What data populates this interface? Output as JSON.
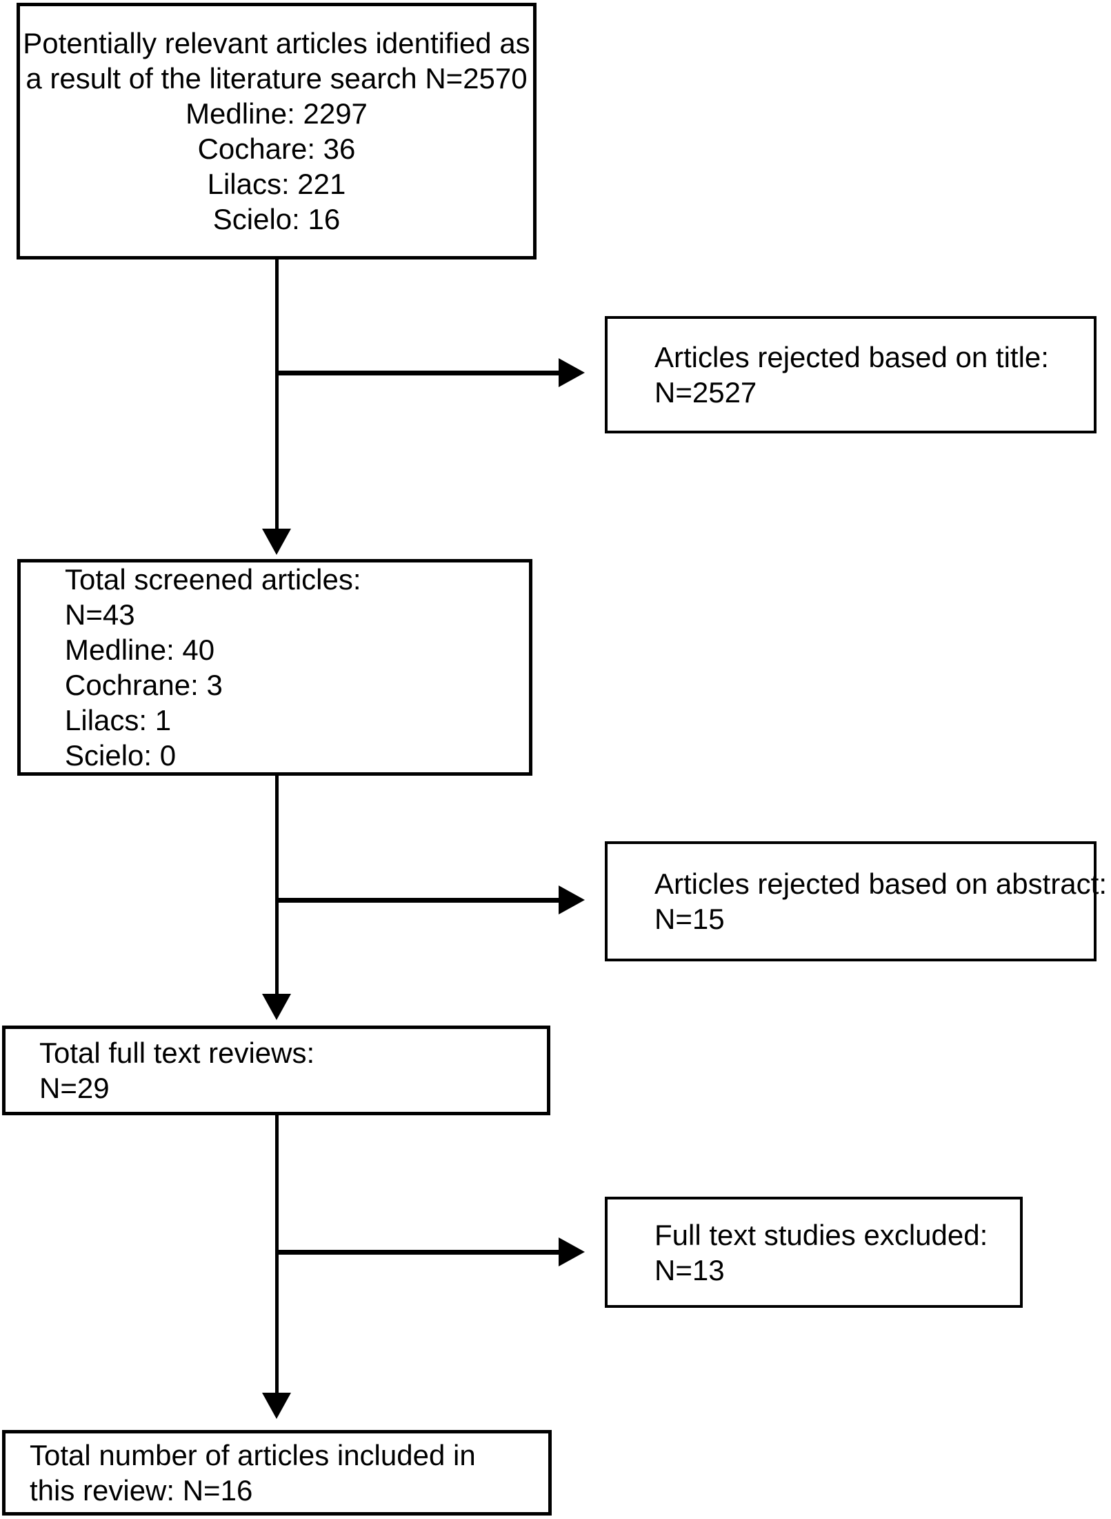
{
  "figure": {
    "type": "flowchart",
    "colors": {
      "background": "#ffffff",
      "line": "#000000",
      "text": "#000000"
    },
    "boxes": {
      "identified": {
        "lines": [
          "Potentially relevant articles identified as",
          "a result of the literature search N=2570",
          "Medline: 2297",
          "Cochare: 36",
          "Lilacs: 221",
          "Scielo: 16"
        ]
      },
      "rejected_title": {
        "lines": [
          "Articles rejected based on title:",
          "N=2527"
        ]
      },
      "screened": {
        "lines": [
          "Total screened articles:",
          "N=43",
          "Medline: 40",
          "Cochrane: 3",
          "Lilacs: 1",
          "Scielo: 0"
        ]
      },
      "rejected_abstract": {
        "lines": [
          "Articles rejected based on abstract:",
          "N=15"
        ]
      },
      "full_text": {
        "lines": [
          "Total full text reviews:",
          "N=29"
        ]
      },
      "excluded": {
        "lines": [
          "Full text studies excluded:",
          "N=13"
        ]
      },
      "included": {
        "lines": [
          "Total number of articles included in",
          "this review: N=16"
        ]
      }
    }
  }
}
